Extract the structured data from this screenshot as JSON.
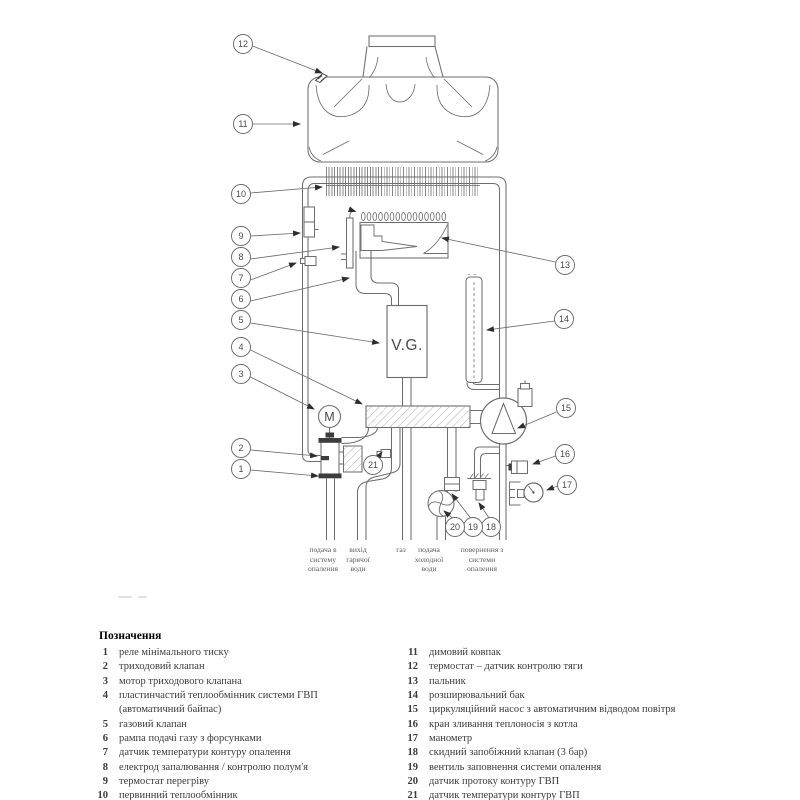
{
  "figure": {
    "vg_label": "V.G.",
    "motor_label": "M",
    "callouts": [
      "1",
      "2",
      "3",
      "4",
      "5",
      "6",
      "7",
      "8",
      "9",
      "10",
      "11",
      "12",
      "13",
      "14",
      "15",
      "16",
      "17",
      "18",
      "19",
      "20",
      "21"
    ],
    "pipe_labels": [
      [
        "подача в",
        "систему",
        "опалення"
      ],
      [
        "вихід",
        "гарячої",
        "води"
      ],
      [
        "газ"
      ],
      [
        "подача",
        "холодної",
        "води"
      ],
      [
        "повернення з",
        "системи",
        "опалення"
      ]
    ]
  },
  "legend": {
    "heading": "Позначення",
    "left": [
      {
        "num": "1",
        "text": "реле мінімального тиску"
      },
      {
        "num": "2",
        "text": "триходовий клапан"
      },
      {
        "num": "3",
        "text": "мотор триходового клапана"
      },
      {
        "num": "4",
        "text": "пластинчастий теплообмінник системи ГВП",
        "text2": "(автоматичний байпас)"
      },
      {
        "num": "5",
        "text": "газовий клапан"
      },
      {
        "num": "6",
        "text": "рампа подачі газу з форсунками"
      },
      {
        "num": "7",
        "text": "датчик температури контуру опалення"
      },
      {
        "num": "8",
        "text": "електрод запалювання / контролю полум'я"
      },
      {
        "num": "9",
        "text": "термостат перегріву"
      },
      {
        "num": "10",
        "text": "первинний теплообмінник"
      }
    ],
    "right": [
      {
        "num": "11",
        "text": "димовий ковпак"
      },
      {
        "num": "12",
        "text": "термостат – датчик контролю тяги"
      },
      {
        "num": "13",
        "text": "пальник"
      },
      {
        "num": "14",
        "text": "розширювальний бак"
      },
      {
        "num": "15",
        "text": "циркуляційний насос з автоматичним відводом повітря"
      },
      {
        "num": "16",
        "text": "кран зливання теплоносія з котла"
      },
      {
        "num": "17",
        "text": "манометр"
      },
      {
        "num": "18",
        "text": "скидний запобіжний клапан (3 бар)"
      },
      {
        "num": "19",
        "text": "вентиль заповнення системи опалення"
      },
      {
        "num": "20",
        "text": "датчик протоку контуру ГВП"
      },
      {
        "num": "21",
        "text": "датчик температури контуру ГВП"
      }
    ]
  },
  "colors": {
    "line": "#6e6e6e",
    "dark_ink": "#3d3d3d",
    "text": "#3b3b3b"
  }
}
